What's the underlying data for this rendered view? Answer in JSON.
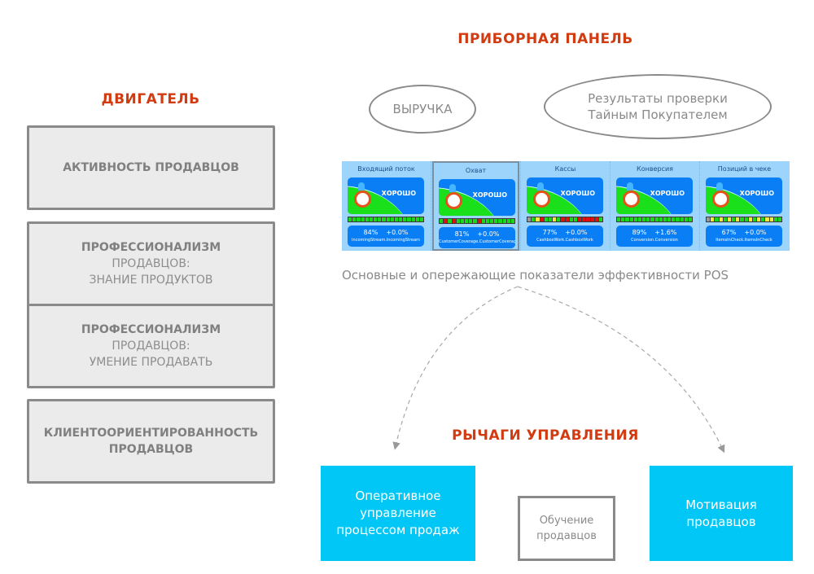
{
  "engine": {
    "title": "ДВИГАТЕЛЬ",
    "boxes": [
      {
        "line1": "АКТИВНОСТЬ ПРОДАВЦОВ",
        "line2": "",
        "line3": ""
      },
      {
        "line1": "ПРОФЕССИОНАЛИЗМ",
        "line2": "ПРОДАВЦОВ:",
        "line3": "ЗНАНИЕ ПРОДУКТОВ"
      },
      {
        "line1": "ПРОФЕССИОНАЛИЗМ",
        "line2": "ПРОДАВЦОВ:",
        "line3": "УМЕНИЕ ПРОДАВАТЬ"
      },
      {
        "line1": "КЛИЕНТООРИЕНТИРОВАННОСТЬ",
        "line2": "ПРОДАВЦОВ",
        "line3": ""
      }
    ]
  },
  "dashboard": {
    "title": "ПРИБОРНАЯ ПАНЕЛЬ",
    "ellipse_revenue": "ВЫРУЧКА",
    "ellipse_mystery_line1": "Результаты проверки",
    "ellipse_mystery_line2": "Тайным Покупателем",
    "caption": "Основные и опережающие показатели эффективности POS",
    "panels": [
      {
        "title": "Входящий поток",
        "status": "ХОРОШО",
        "percent": "84%",
        "delta": "+0.0%",
        "code": "IncomingStream.IncomingStream",
        "segments": [
          "g",
          "g",
          "g",
          "g",
          "g",
          "g",
          "g",
          "g",
          "g",
          "g",
          "g",
          "g",
          "g",
          "g",
          "g",
          "g",
          "g",
          "g"
        ]
      },
      {
        "title": "Охват",
        "status": "ХОРОШО",
        "percent": "81%",
        "delta": "+0.0%",
        "code": "CustomerCoverage.CustomerCoverage",
        "selected": true,
        "segments": [
          "g",
          "r",
          "g",
          "r",
          "g",
          "g",
          "g",
          "g",
          "g",
          "r",
          "g",
          "g",
          "g",
          "g",
          "g",
          "g",
          "g",
          "g"
        ]
      },
      {
        "title": "Кассы",
        "status": "ХОРОШО",
        "percent": "77%",
        "delta": "+0.0%",
        "code": "CashboxWork.CashboxWork",
        "segments": [
          "n",
          "g",
          "y",
          "r",
          "g",
          "g",
          "y",
          "g",
          "r",
          "r",
          "g",
          "g",
          "r",
          "r",
          "r",
          "r",
          "r",
          "g"
        ]
      },
      {
        "title": "Конверсия",
        "status": "ХОРОШО",
        "percent": "89%",
        "delta": "+1.6%",
        "code": "Conversion.Conversion",
        "segments": [
          "g",
          "g",
          "g",
          "g",
          "g",
          "g",
          "g",
          "g",
          "g",
          "g",
          "g",
          "g",
          "g",
          "g",
          "g",
          "g",
          "g",
          "g"
        ]
      },
      {
        "title": "Позиций в чеке",
        "status": "ХОРОШО",
        "percent": "67%",
        "delta": "+0.0%",
        "code": "ItemsInCheck.ItemsInCheck",
        "segments": [
          "n",
          "y",
          "g",
          "y",
          "g",
          "y",
          "g",
          "y",
          "g",
          "g",
          "y",
          "g",
          "y",
          "g",
          "y",
          "y",
          "g",
          "g"
        ]
      }
    ]
  },
  "levers": {
    "title": "РЫЧАГИ УПРАВЛЕНИЯ",
    "operational_line1": "Оперативное",
    "operational_line2": "управление",
    "operational_line3": "процессом продаж",
    "training_line1": "Обучение",
    "training_line2": "продавцов",
    "motivation_line1": "Мотивация",
    "motivation_line2": "продавцов"
  },
  "colors": {
    "title_red": "#d23a10",
    "lever_cyan": "#00c7f5",
    "seg_g": "#19d81a",
    "seg_r": "#e01010",
    "seg_y": "#f2e840",
    "seg_n": "#9a9a9a"
  }
}
